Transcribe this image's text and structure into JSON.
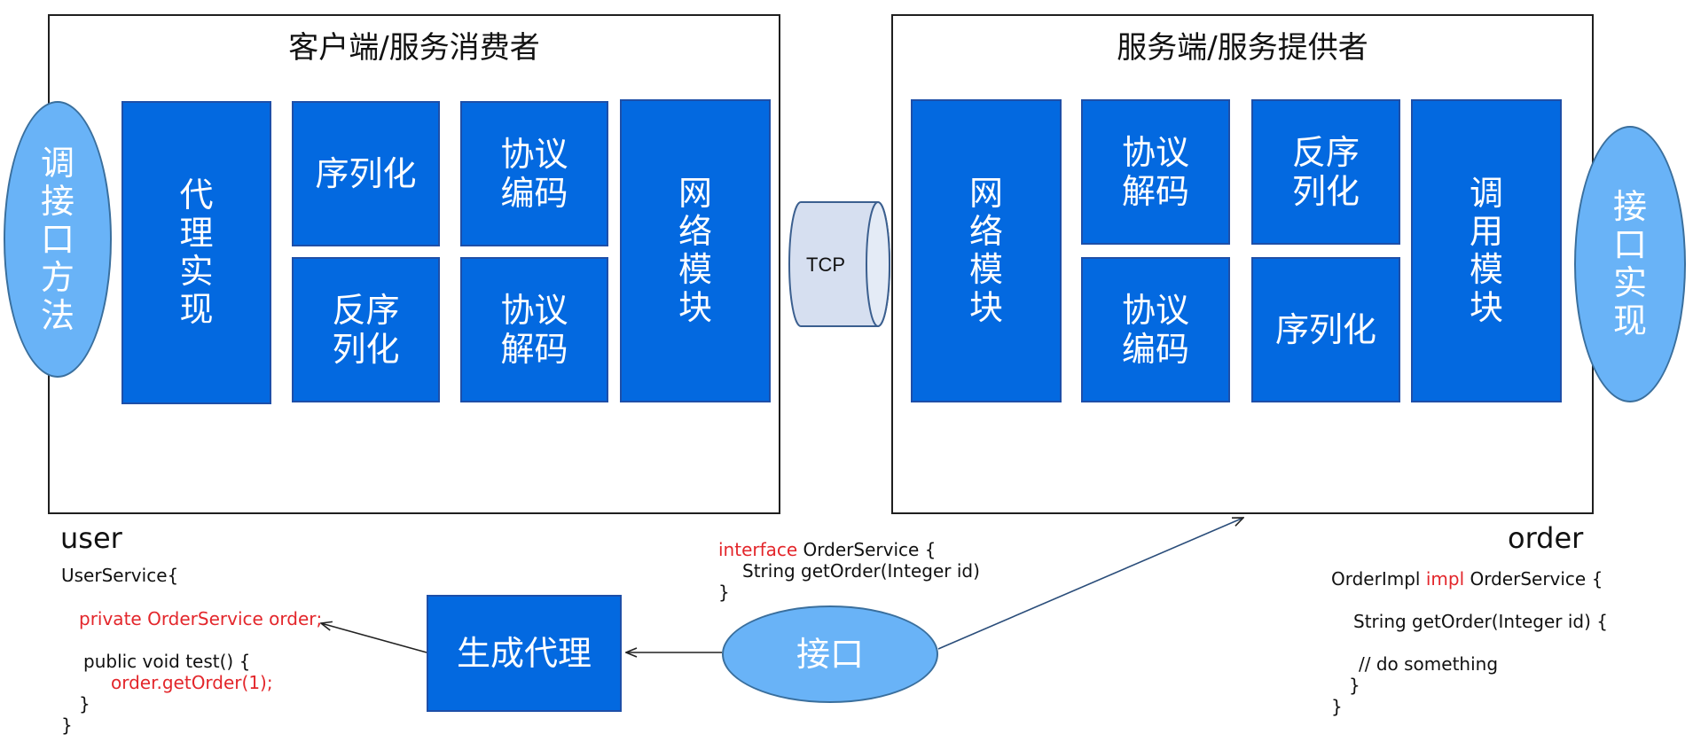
{
  "client": {
    "title": "客户端/服务消费者",
    "blocks": {
      "proxy": "代\n理\n实\n现",
      "serialize": "序列化",
      "deserialize": "反序\n列化",
      "encode": "协议\n编码",
      "decode": "协议\n解码",
      "network": "网\n络\n模\n块"
    },
    "call_method": "调\n接\n口\n方\n法"
  },
  "tcp": {
    "label": "TCP"
  },
  "server": {
    "title": "服务端/服务提供者",
    "blocks": {
      "network": "网\n络\n模\n块",
      "decode": "协议\n解码",
      "encode": "协议\n编码",
      "deserialize": "反序\n列化",
      "serialize": "序列化",
      "invoke": "调\n用\n模\n块"
    },
    "impl": "接\n口\n实\n现"
  },
  "user": {
    "label": "user",
    "code": {
      "l1": "UserService{",
      "l2": "private OrderService order;",
      "l3": "public void test() {",
      "l4": "order.getOrder(1);",
      "l5": "}",
      "l6": "}"
    }
  },
  "proxy_gen": {
    "label": "生成代理"
  },
  "interface_node": {
    "label": "接口"
  },
  "interface_code": {
    "kw": "interface",
    "l1_rest": " OrderService {",
    "l2": "String getOrder(Integer id)",
    "l3": "}"
  },
  "order": {
    "label": "order",
    "code": {
      "l1a": "OrderImpl ",
      "l1kw": "impl",
      "l1b": " OrderService {",
      "l2": "String getOrder(Integer id) {",
      "l3": "// do something",
      "l4": "}",
      "l5": "}"
    }
  },
  "colors": {
    "block_fill": "#0369e0",
    "ellipse_fill": "#69b3f7",
    "tcp_fill": "#d6dff0",
    "keyword_red": "#e3262b"
  }
}
